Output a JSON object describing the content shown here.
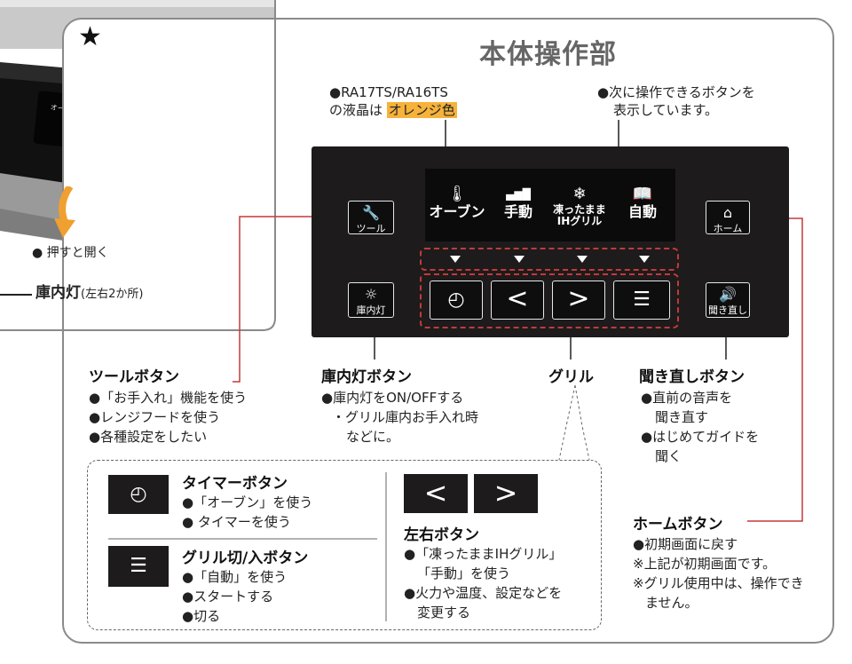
{
  "photo": {
    "push_open": "● 押すと開く",
    "lamp_label": "庫内灯",
    "lamp_sub": "(左右2か所)"
  },
  "title": "本体操作部",
  "notes": {
    "lcd_color_line1": "●RA17TS/RA16TS",
    "lcd_color_line2_pre": "の液晶は",
    "lcd_color_highlight": "オレンジ色",
    "next_buttons_line1": "●次に操作できるボタンを",
    "next_buttons_line2": "表示しています。"
  },
  "panel": {
    "tool_label": "ツール",
    "lamp_label": "庫内灯",
    "home_label": "ホーム",
    "repeat_label": "聞き直し",
    "lcd_items": [
      {
        "icon": "🌡",
        "label": "オーブン"
      },
      {
        "icon": "▄▆█",
        "label": "手動"
      },
      {
        "icon": "❄",
        "label": "凍ったまま\nIHグリル"
      },
      {
        "icon": "📖",
        "label": "自動"
      }
    ],
    "timer_symbol": "◴",
    "left_symbol": "<",
    "right_symbol": ">",
    "grill_symbol": "☰"
  },
  "sections": {
    "tool": {
      "title": "ツールボタン",
      "items": [
        "●「お手入れ」機能を使う",
        "●レンジフードを使う",
        "●各種設定をしたい"
      ]
    },
    "lamp": {
      "title": "庫内灯ボタン",
      "items": [
        "●庫内灯をON/OFFする",
        "・グリル庫内お手入れ時",
        "などに。"
      ]
    },
    "grill": {
      "title": "グリル"
    },
    "repeat": {
      "title": "聞き直しボタン",
      "items": [
        "●直前の音声を",
        "聞き直す",
        "●はじめてガイドを",
        "聞く"
      ]
    },
    "home": {
      "title": "ホームボタン",
      "items": [
        "●初期画面に戻す",
        "※上記が初期画面です。",
        "※グリル使用中は、操作でき",
        "ません。"
      ]
    },
    "timer": {
      "title": "タイマーボタン",
      "items": [
        "●「オーブン」を使う",
        "● タイマーを使う"
      ]
    },
    "grill_onoff": {
      "title": "グリル切/入ボタン",
      "items": [
        "●「自動」を使う",
        "●スタートする",
        "●切る"
      ]
    },
    "leftright": {
      "title": "左右ボタン",
      "items": [
        "●「凍ったままIHグリル」",
        "「手動」を使う",
        "●火力や温度、設定などを",
        "変更する"
      ]
    }
  },
  "colors": {
    "accent_orange": "#f6b23b",
    "dashed_red": "#c23a3a",
    "arrow_orange": "#f0a030"
  }
}
